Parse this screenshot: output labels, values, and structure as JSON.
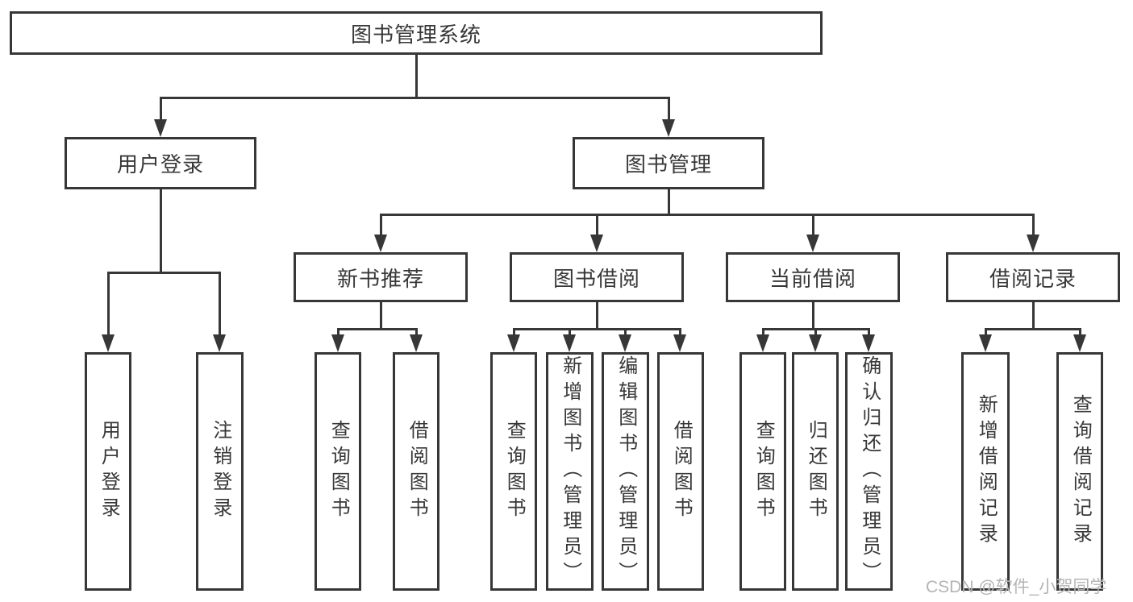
{
  "tree": {
    "root": {
      "label": "图书管理系统"
    },
    "children": [
      {
        "label": "用户登录",
        "children": [
          {
            "label": "用户登录"
          },
          {
            "label": "注销登录"
          }
        ]
      },
      {
        "label": "图书管理",
        "children": [
          {
            "label": "新书推荐",
            "children": [
              {
                "label": "查询图书"
              },
              {
                "label": "借阅图书"
              }
            ]
          },
          {
            "label": "图书借阅",
            "children": [
              {
                "label": "查询图书"
              },
              {
                "label": "新增图书（管理员）"
              },
              {
                "label": "编辑图书（管理员）"
              },
              {
                "label": "借阅图书"
              }
            ]
          },
          {
            "label": "当前借阅",
            "children": [
              {
                "label": "查询图书"
              },
              {
                "label": "归还图书"
              },
              {
                "label": "确认归还（管理员）"
              }
            ]
          },
          {
            "label": "借阅记录",
            "children": [
              {
                "label": "新增借阅记录"
              },
              {
                "label": "查询借阅记录"
              }
            ]
          }
        ]
      }
    ]
  },
  "watermark": {
    "text": "CSDN @软件_小贺同学"
  },
  "colors": {
    "line": "#373737",
    "text": "#383838",
    "watermark": "#b4b4b4",
    "background": "#ffffff"
  }
}
